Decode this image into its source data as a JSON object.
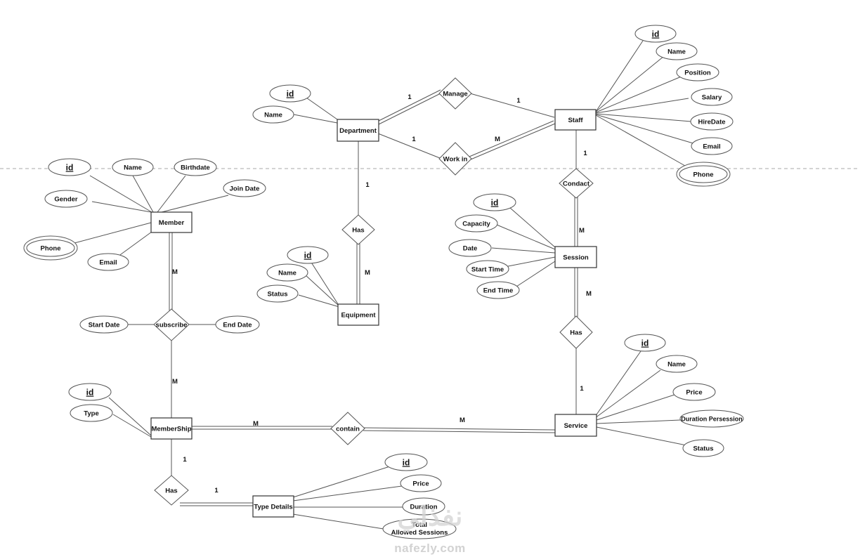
{
  "colors": {
    "background": "#ffffff",
    "stroke": "#444444",
    "guide": "#aaaaaa",
    "watermark": "#c8c8c8"
  },
  "entities": {
    "department": "Department",
    "staff": "Staff",
    "member": "Member",
    "equipment": "Equipment",
    "session": "Session",
    "membership": "MemberShip",
    "service": "Service",
    "type_details": "Type Details"
  },
  "relationships": {
    "manage": "Manage",
    "work_in": "Work in",
    "conduct": "Condact",
    "has_equipment": "Has",
    "subscribe": "subscribe",
    "has_session": "Has",
    "contain": "contain",
    "has_type": "Has"
  },
  "attributes": {
    "department": {
      "id": "id",
      "name": "Name"
    },
    "staff": {
      "id": "id",
      "name": "Name",
      "position": "Position",
      "salary": "Salary",
      "hiredate": "HireDate",
      "email": "Email",
      "phone": "Phone"
    },
    "member": {
      "id": "id",
      "name": "Name",
      "birthdate": "Birthdate",
      "join_date": "Join Date",
      "gender": "Gender",
      "phone": "Phone",
      "email": "Email"
    },
    "equipment": {
      "id": "id",
      "name": "Name",
      "status": "Status"
    },
    "session": {
      "id": "id",
      "capacity": "Capacity",
      "date": "Date",
      "start_time": "Start Time",
      "end_time": "End Time"
    },
    "subscribe": {
      "start_date": "Start Date",
      "end_date": "End Date"
    },
    "membership": {
      "id": "id",
      "type": "Type"
    },
    "service": {
      "id": "id",
      "name": "Name",
      "price": "Price",
      "duration": "Duration Persession",
      "status": "Status"
    },
    "type_details": {
      "id": "id",
      "price": "Price",
      "duration": "Duration",
      "total_line1": "Total",
      "total_line2": "Allowed Sessions"
    }
  },
  "cardinalities": {
    "dept_manage": "1",
    "manage_staff": "1",
    "dept_workin": "1",
    "workin_staff": "M",
    "dept_has": "1",
    "has_equipment": "M",
    "staff_conduct": "1",
    "conduct_session": "M",
    "session_has": "M",
    "has_service": "1",
    "member_subscribe": "M",
    "subscribe_membership": "M",
    "membership_contain": "M",
    "contain_service": "M",
    "membership_has": "1",
    "has_typedetails": "1"
  },
  "watermark": {
    "arabic": "نفذلي",
    "latin": "nafezly.com"
  }
}
